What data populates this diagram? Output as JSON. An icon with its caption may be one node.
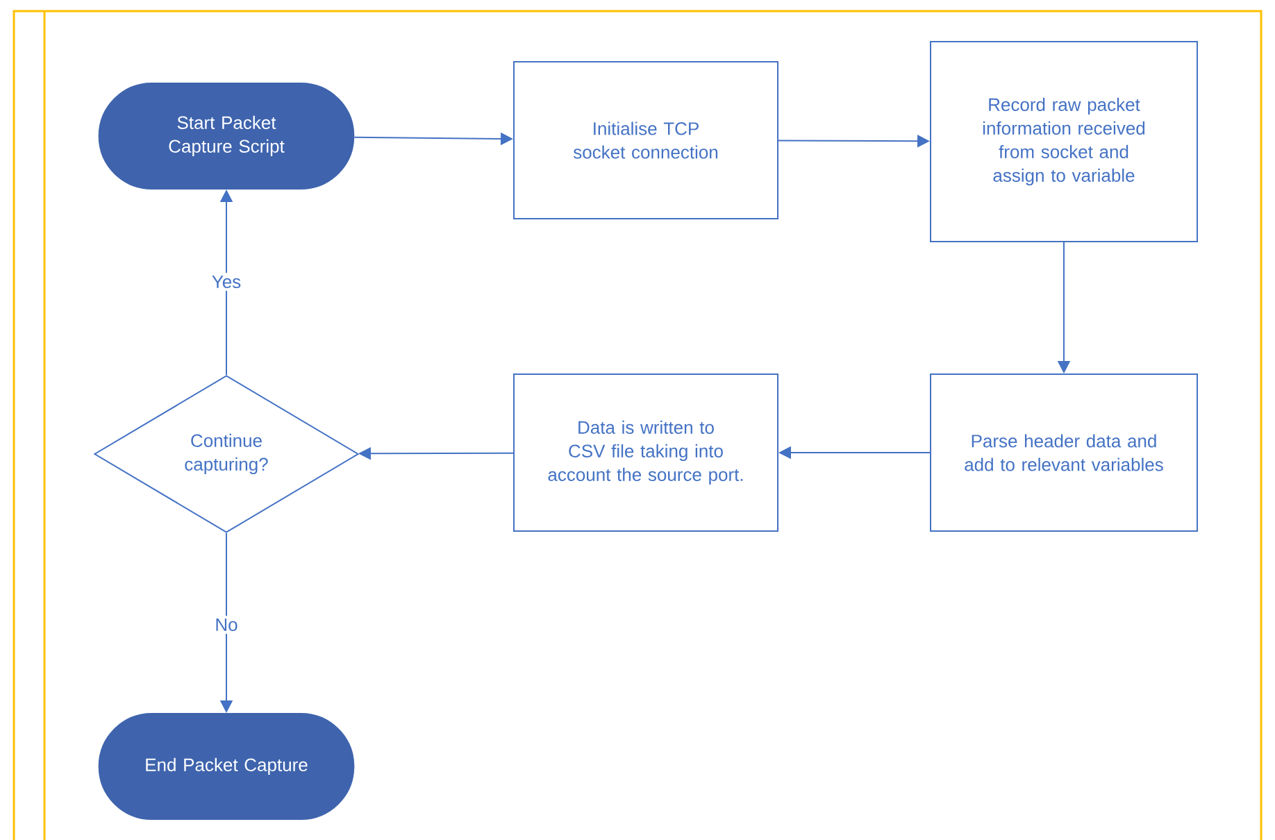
{
  "diagram": {
    "nodes": [
      {
        "text": [
          "Start Packet Capture Script"
        ]
      },
      {
        "text": [
          "Initialise TCP socket connection"
        ]
      },
      {
        "text": [
          "Record raw packet information received from socket and assign to variable"
        ]
      },
      {
        "text": [
          "Parse header data and add to relevant variables"
        ]
      },
      {
        "text": [
          "Data is written to CSV file taking into account the source port."
        ]
      },
      {
        "text": [
          "Continue capturing?"
        ]
      },
      {
        "text": [
          "End Packet Capture"
        ]
      }
    ],
    "edges": [
      {
        "from": 0,
        "to": 1,
        "arrow": "to"
      },
      {
        "from": 1,
        "to": 2,
        "arrow": "to"
      },
      {
        "from": 2,
        "to": 3,
        "arrow": "to"
      },
      {
        "from": 3,
        "to": 4,
        "arrow": "to"
      },
      {
        "from": 4,
        "to": 5,
        "arrow": "to"
      },
      {
        "from": 5,
        "to": 0,
        "arrow": "to",
        "label": "Yes"
      },
      {
        "from": 5,
        "to": 6,
        "arrow": "to",
        "label": "No"
      }
    ]
  }
}
